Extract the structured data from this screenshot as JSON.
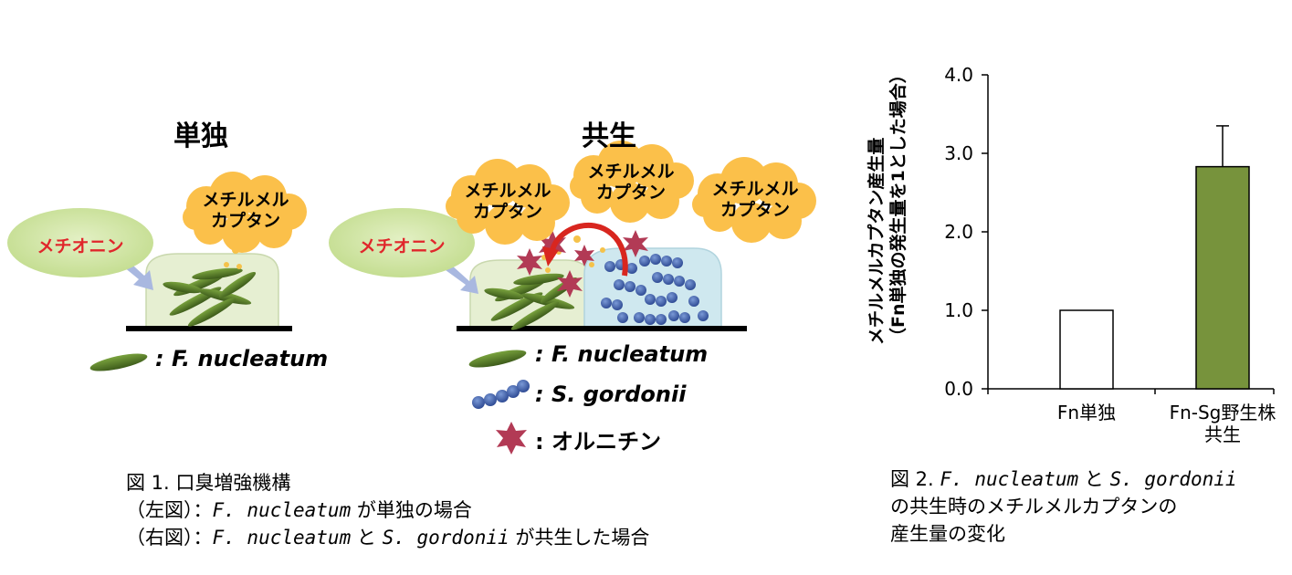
{
  "fig1": {
    "left_title": "単独",
    "right_title": "共生",
    "cloud_label_line1": "メチルメル",
    "cloud_label_line2": "カプタン",
    "methionine": "メチオニン",
    "legend_fn": ": F. nucleatum",
    "legend_sg": ": S. gordonii",
    "legend_orn": ": オルニチン",
    "caption_line1": "図 1.  口臭増強機構",
    "caption_line2_a": "（左図）：",
    "caption_line2_b": "F. nucleatum",
    "caption_line2_c": " が単独の場合",
    "caption_line3_a": "（右図）：",
    "caption_line3_b": "F. nucleatum",
    "caption_line3_c": " と ",
    "caption_line3_d": "S. gordonii",
    "caption_line3_e": " が共生した場合"
  },
  "fig2": {
    "caption_line1_a": "図 2.  ",
    "caption_line1_b": "F. nucleatum",
    "caption_line1_c": " と ",
    "caption_line1_d": "S. gordonii",
    "caption_line2": "の共生時のメチルメルカプタンの",
    "caption_line3": "産生量の変化"
  },
  "chart_data": {
    "type": "bar",
    "categories": [
      "Fn単独",
      "Fn-Sg野生株\n共生"
    ],
    "category_lines": [
      [
        "Fn単独"
      ],
      [
        "Fn-Sg野生株",
        "共生"
      ]
    ],
    "values": [
      1.0,
      2.83
    ],
    "error_upper": [
      0,
      0.52
    ],
    "bar_colors": [
      "#ffffff",
      "#77933c"
    ],
    "ylabel_line1": "メチルメルカプタン産生量",
    "ylabel_line2": "（Fn単独の発生量を1とした場合）",
    "ylim": [
      0,
      4.0
    ],
    "ticks": [
      "0.0",
      "1.0",
      "2.0",
      "3.0",
      "4.0"
    ],
    "tick_values": [
      0,
      1,
      2,
      3,
      4
    ]
  }
}
